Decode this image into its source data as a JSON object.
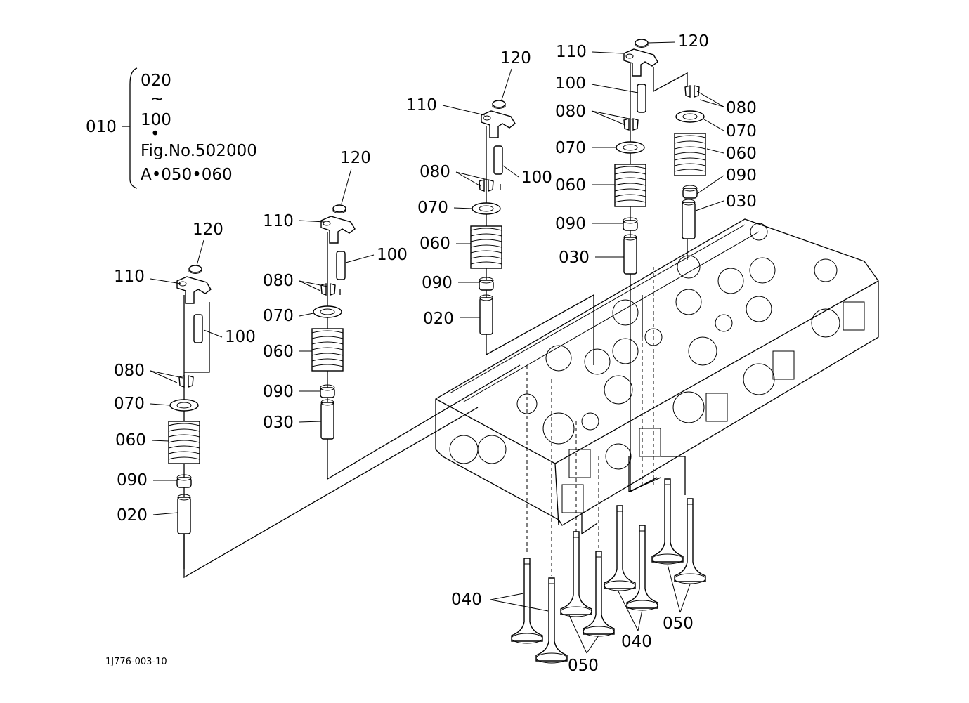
{
  "legend": {
    "assembly_number": "010",
    "range_start": "020",
    "range_sep": "~",
    "range_end": "100",
    "dot": "•",
    "figure_ref": "Fig.No.502000",
    "extra_ref": "A•050•060"
  },
  "figure_code": "1J776-003-10",
  "stacks": [
    {
      "l110": "110",
      "l120": "120",
      "l100": "100",
      "l080": "080",
      "l070": "070",
      "l060": "060",
      "l090": "090",
      "lguide": "020"
    },
    {
      "l110": "110",
      "l120": "120",
      "l100": "100",
      "l080": "080",
      "l070": "070",
      "l060": "060",
      "l090": "090",
      "lguide": "030"
    },
    {
      "l110": "110",
      "l120": "120",
      "l100": "100",
      "l080": "080",
      "l070": "070",
      "l060": "060",
      "l090": "090",
      "lguide": "020"
    },
    {
      "l110": "110",
      "l120": "120",
      "l100": "100",
      "l080": "080",
      "l070": "070",
      "l060": "060",
      "l090": "090",
      "lguide": "030"
    },
    {
      "l080": "080",
      "l070": "070",
      "l060": "060",
      "l090": "090",
      "lguide": "030"
    }
  ],
  "valves": {
    "left_intake": "040",
    "left_exhaust": "050",
    "right_intake": "040",
    "right_exhaust": "050"
  }
}
